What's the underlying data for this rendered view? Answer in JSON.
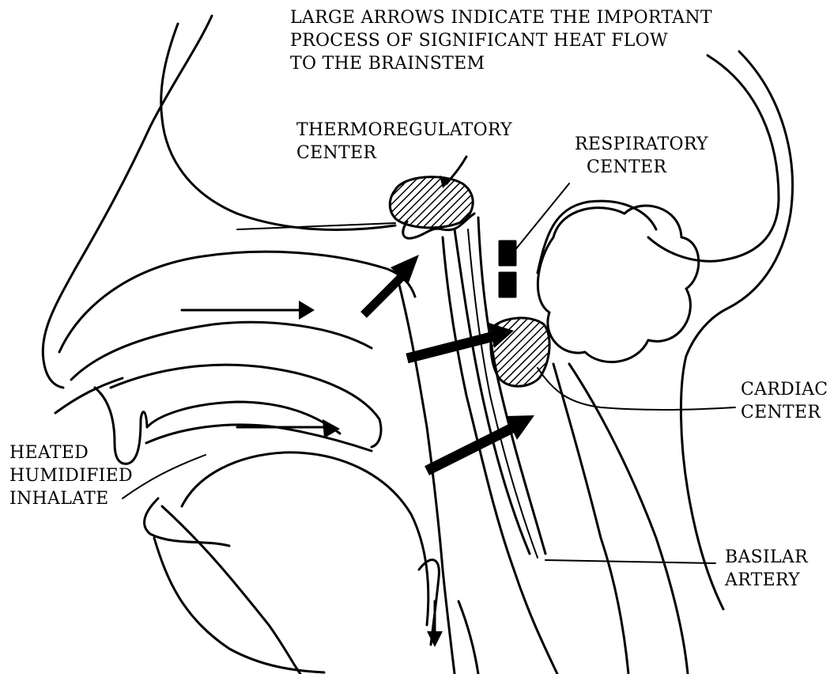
{
  "caption": {
    "line1": "LARGE ARROWS INDICATE THE IMPORTANT",
    "line2": "PROCESS OF SIGNIFICANT HEAT FLOW",
    "line3": "TO THE BRAINSTEM"
  },
  "labels": {
    "thermoregulatory": {
      "line1": "THERMOREGULATORY",
      "line2": "CENTER"
    },
    "respiratory": {
      "line1": "RESPIRATORY",
      "line2": "CENTER"
    },
    "cardiac": {
      "line1": "CARDIAC",
      "line2": "CENTER"
    },
    "inhalate": {
      "line1": "HEATED",
      "line2": "HUMIDIFIED",
      "line3": "INHALATE"
    },
    "basilar": {
      "line1": "BASILAR",
      "line2": "ARTERY"
    }
  },
  "colors": {
    "ink": "#000000",
    "paper": "#ffffff"
  }
}
